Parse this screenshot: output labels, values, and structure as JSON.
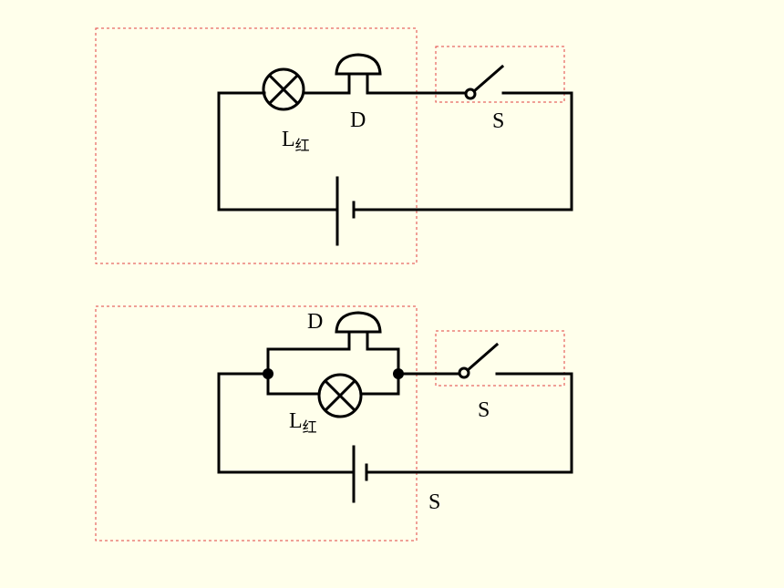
{
  "background": "#FFFFEB",
  "dashed_box_color": "#E04040",
  "circuit_top": {
    "lamp_label": "L",
    "lamp_subscript": "红",
    "buzzer_label": "D",
    "switch_label": "S"
  },
  "circuit_bottom": {
    "lamp_label": "L",
    "lamp_subscript": "红",
    "buzzer_label": "D",
    "switch_label": "S",
    "extra_label": "S"
  }
}
